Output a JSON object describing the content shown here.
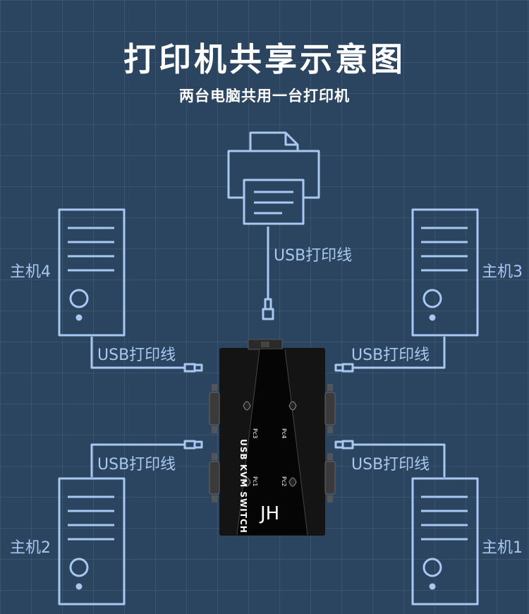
{
  "header": {
    "title": "打印机共享示意图",
    "subtitle": "两台电脑共用一台打印机"
  },
  "cables": {
    "printer": "USB打印线",
    "pc4": "USB打印线",
    "pc3": "USB打印线",
    "pc2": "USB打印线",
    "pc1": "USB打印线"
  },
  "computers": {
    "pc4": "主机4",
    "pc3": "主机3",
    "pc2": "主机2",
    "pc1": "主机1"
  },
  "device": {
    "model": "USB KVM SWITCH",
    "brand": "JH",
    "ports": [
      "Pc1",
      "Pc2",
      "Pc3",
      "Pc4"
    ]
  },
  "colors": {
    "background": "#2b4560",
    "line": "#a8c8f2",
    "device": "#141414"
  }
}
